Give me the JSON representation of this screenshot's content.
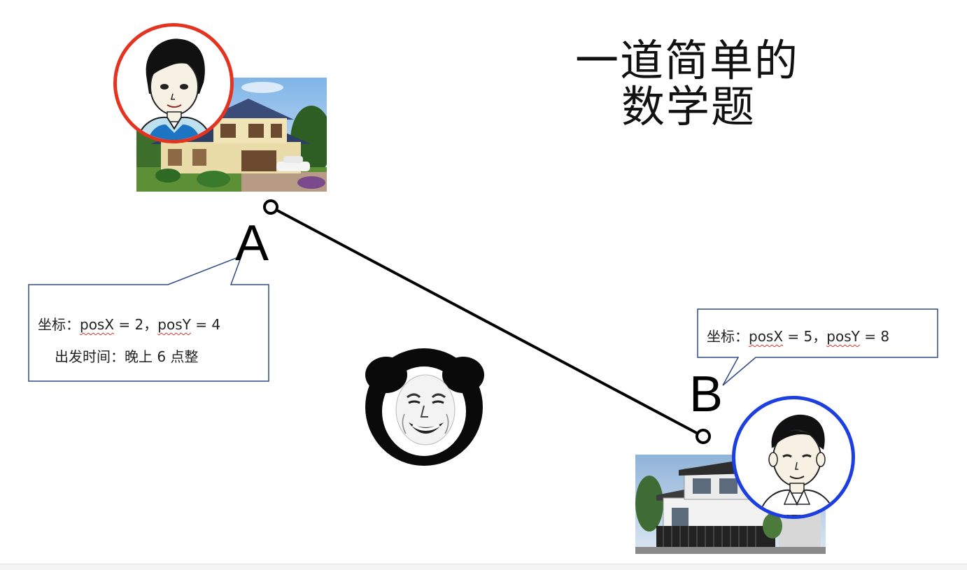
{
  "title": {
    "line1": "一道简单的",
    "line2": "数学题"
  },
  "point_a": {
    "label": "A",
    "callout_prefix": "坐标：",
    "posx_name": "posX",
    "posx_value": " = 2，",
    "posy_name": "posY",
    "posy_value": " = 4",
    "departure_text": "出发时间：晚上 6 点整",
    "avatar_ring_color": "#e53322"
  },
  "point_b": {
    "label": "B",
    "callout_prefix": "坐标：",
    "posx_name": "posX",
    "posx_value": " = 5，",
    "posy_name": "posY",
    "posy_value": " = 8",
    "avatar_ring_color": "#1e3fe0"
  },
  "icons": {
    "avatar_a": "girl-avatar-icon",
    "avatar_b": "boy-avatar-icon",
    "house_a": "villa-photo",
    "house_b": "modern-house-photo",
    "panda": "panda-meme-icon"
  },
  "colors": {
    "callout_border": "#2e4a86",
    "connector": "#000000",
    "spellcheck_underline": "#d9342b"
  }
}
